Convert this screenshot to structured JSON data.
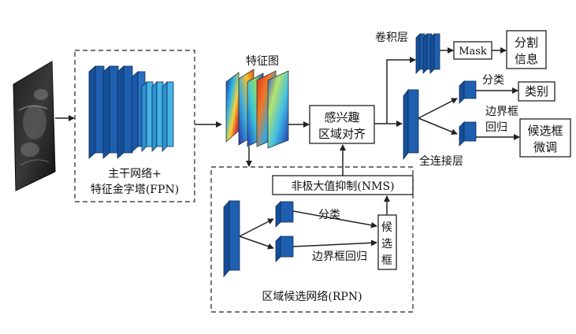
{
  "labels": {
    "backbone": [
      "主干网络+",
      "特征金字塔(FPN)"
    ],
    "feature_map": "特征图",
    "conv_layer": "卷积层",
    "roi_align": [
      "感兴趣",
      "区域对齐"
    ],
    "mask": "Mask",
    "segmentation_info": [
      "分割",
      "信息"
    ],
    "classification_top": "分类",
    "class_box": "类别",
    "bbox_regression": [
      "边界框",
      "回归"
    ],
    "proposal_finetune": [
      "候选框",
      "微调"
    ],
    "fully_connected": "全连接层",
    "nms": "非极大值抑制(NMS)",
    "rpn_classification": "分类",
    "rpn_bbox_regression": "边界框回归",
    "proposal": [
      "候",
      "选",
      "框"
    ],
    "rpn": "区域候选网络(RPN)"
  },
  "colors": {
    "block_dark": "#1f5fb0",
    "block_mid": "#2f7cc9",
    "block_light": "#45b3e6",
    "edge": "#0d2d55",
    "arrow": "#222222"
  }
}
